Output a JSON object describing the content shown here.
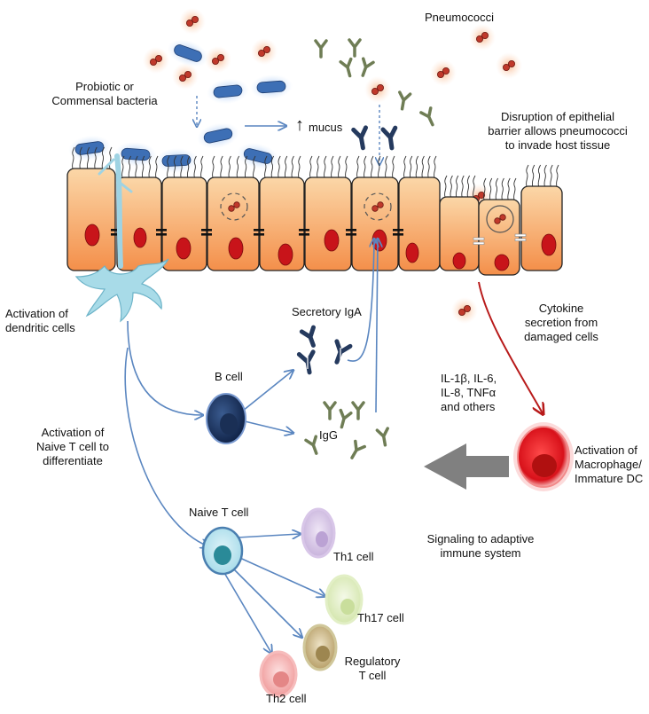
{
  "labels": {
    "pneumococci": "Pneumococci",
    "probiotic": [
      "Probiotic or",
      "Commensal bacteria"
    ],
    "mucus_arrow": "↑",
    "mucus": "mucus",
    "disruption": [
      "Disruption of epithelial",
      "barrier allows pneumococci",
      "to invade host tissue"
    ],
    "dendritic": [
      "Activation of",
      "dendritic cells"
    ],
    "secretory_iga": "Secretory IgA",
    "cytokine": [
      "Cytokine",
      "secretion from",
      "damaged cells"
    ],
    "b_cell": "B cell",
    "cytokine_list": [
      "IL-1β, IL-6,",
      "IL-8, TNFα",
      "and others"
    ],
    "igg": "IgG",
    "naive_activation": [
      "Activation of",
      "Naive T cell to",
      "differentiate"
    ],
    "macrophage": [
      "Activation of",
      "Macrophage/",
      "Immature DC"
    ],
    "naive_t": "Naive T cell",
    "signaling": [
      "Signaling to adaptive",
      "immune system"
    ],
    "th1": "Th1 cell",
    "th17": "Th17 cell",
    "treg": [
      "Regulatory",
      "T cell"
    ],
    "th2": "Th2 cell"
  },
  "colors": {
    "epithelium": "#f7a45c",
    "nucleus": "#c8141a",
    "bacteria": "#3d6fb5",
    "pneumococcus": "#c0392b",
    "antibody": "#253a5e",
    "igg": "#6f7d55",
    "arrow": "#5a86c0",
    "cytokine_arrow": "#b81a1a",
    "dendritic": "#a8dbe8",
    "b_cell": "#1a2f55",
    "naive_t": "#2a8a98",
    "macrophage": "#e0141a",
    "th1": "#c8b3dc",
    "th17": "#d7e8b3",
    "treg": "#b9a26f",
    "th2": "#ef9c9c",
    "signal_arrow": "#808080"
  }
}
